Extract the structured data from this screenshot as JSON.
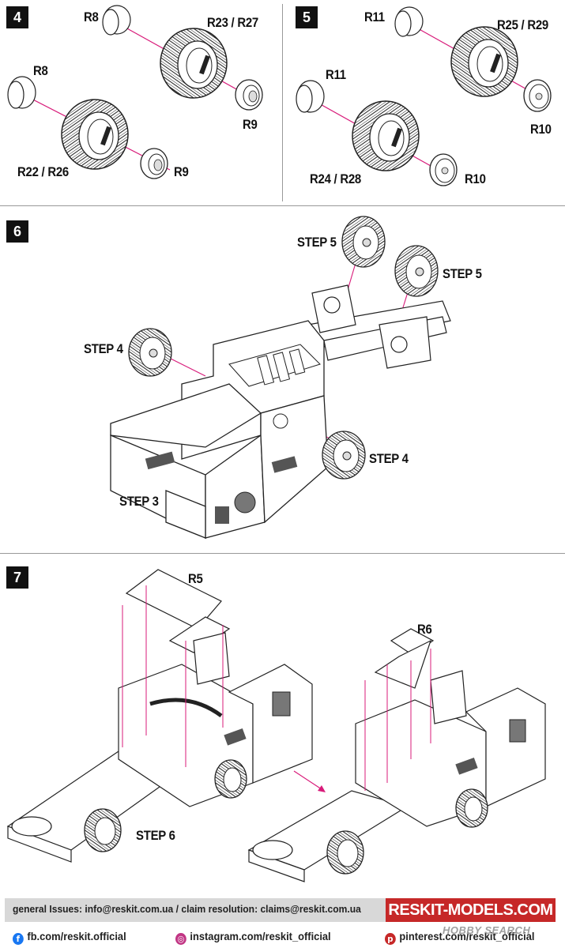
{
  "steps": {
    "s4": {
      "badge": "4",
      "labels": {
        "r8_a": "R8",
        "r23_r27": "R23 / R27",
        "r9_a": "R9",
        "r8_b": "R8",
        "r22_r26": "R22 / R26",
        "r9_b": "R9"
      }
    },
    "s5": {
      "badge": "5",
      "labels": {
        "r11_a": "R11",
        "r25_r29": "R25 / R29",
        "r10_a": "R10",
        "r11_b": "R11",
        "r24_r28": "R24 / R28",
        "r10_b": "R10"
      }
    },
    "s6": {
      "badge": "6",
      "labels": {
        "step5_a": "STEP 5",
        "step5_b": "STEP 5",
        "step4_a": "STEP 4",
        "step4_b": "STEP 4",
        "step3": "STEP 3"
      }
    },
    "s7": {
      "badge": "7",
      "labels": {
        "r5": "R5",
        "r6": "R6",
        "step6": "STEP 6"
      }
    }
  },
  "footer": {
    "contact": "general Issues: info@reskit.com.ua / claim resolution: claims@reskit.com.ua",
    "brand": "RESKIT-MODELS.COM",
    "facebook": "fb.com/reskit.official",
    "instagram": "instagram.com/reskit_official",
    "pinterest": "pinterest.com/reskit_official",
    "watermark": "HOBBY SEARCH"
  },
  "colors": {
    "leader_line": "#d81b7a",
    "brand_bg": "#c62828",
    "badge_bg": "#111111"
  },
  "icons": {
    "facebook": "facebook-icon",
    "instagram": "instagram-icon",
    "pinterest": "pinterest-icon"
  }
}
